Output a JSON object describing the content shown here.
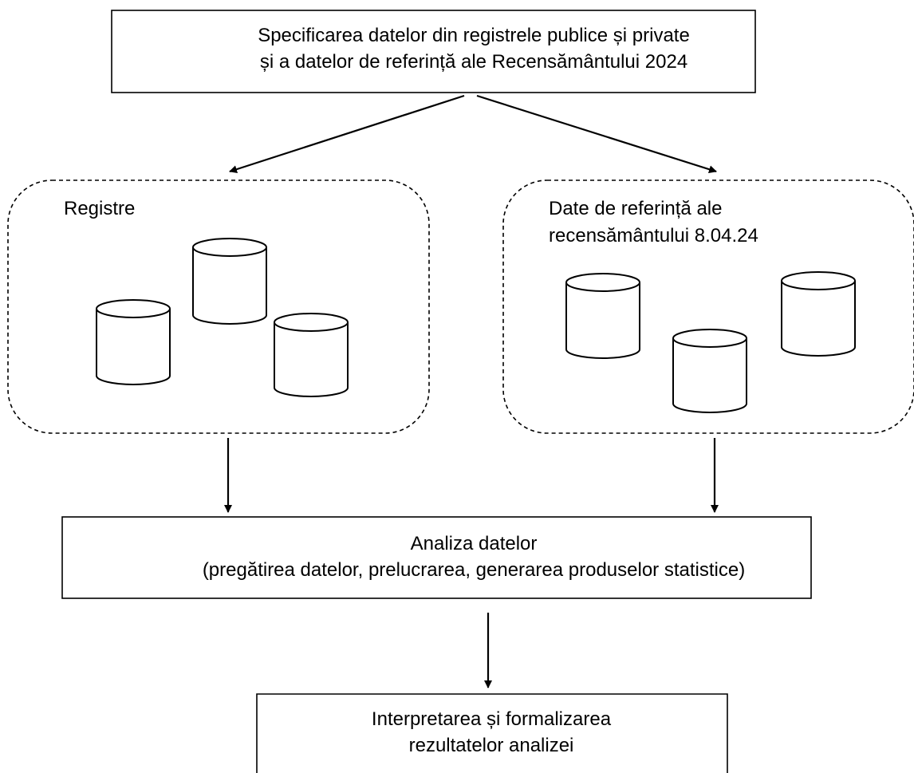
{
  "top_box": {
    "line1": "Specificarea datelor din registrele publice și private",
    "line2": "și a datelor de referință ale Recensământului 2024"
  },
  "left_group": {
    "title": "Registre",
    "database_count": 3
  },
  "right_group": {
    "title_line1": "Date de referință ale",
    "title_line2": "recensământului 8.04.24",
    "database_count": 3
  },
  "analysis_box": {
    "line1": "Analiza datelor",
    "line2": "(pregătirea datelor, prelucrarea, generarea produselor statistice)"
  },
  "result_box": {
    "line1": "Interpretarea și formalizarea",
    "line2": "rezultatelor analizei"
  },
  "colors": {
    "stroke": "#000000",
    "background": "#ffffff"
  }
}
